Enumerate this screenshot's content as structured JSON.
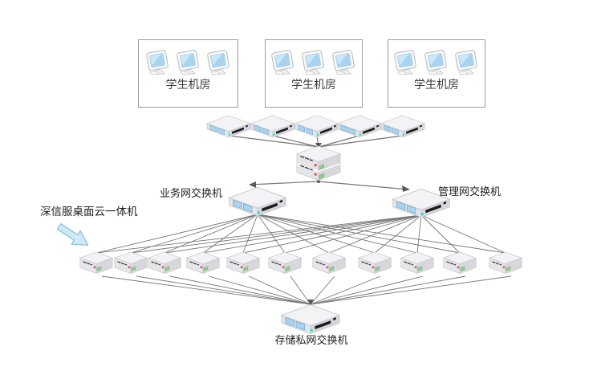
{
  "labels": {
    "business_switch": "业务网交换机",
    "management_switch": "管理网交换机",
    "storage_switch": "存储私网交换机",
    "appliance_callout": "深信服桌面云一体机"
  },
  "rooms": [
    {
      "label": "学生机房"
    },
    {
      "label": "学生机房"
    },
    {
      "label": "学生机房"
    }
  ],
  "topology": {
    "workstations_per_room": 3,
    "access_switch_count": 5,
    "core_stack_units": 2,
    "appliance_node_count": 11
  },
  "icons": {
    "workstation": "workstation-icon",
    "access_switch": "network-switch-icon",
    "core_stack": "stacked-core-switch-icon",
    "appliance_node": "cloud-appliance-icon",
    "callout": "blue-arrow-icon"
  },
  "colors": {
    "line": "#767676",
    "panel_blue": "#a9d4f0",
    "led_teal": "#55cfc7",
    "led_red": "#e05555",
    "led_green": "#8ccf8c",
    "arrow_fill": "#cfeaf7",
    "arrow_stroke": "#85bddc",
    "box_border": "#9b9b9b",
    "text": "#333333"
  }
}
